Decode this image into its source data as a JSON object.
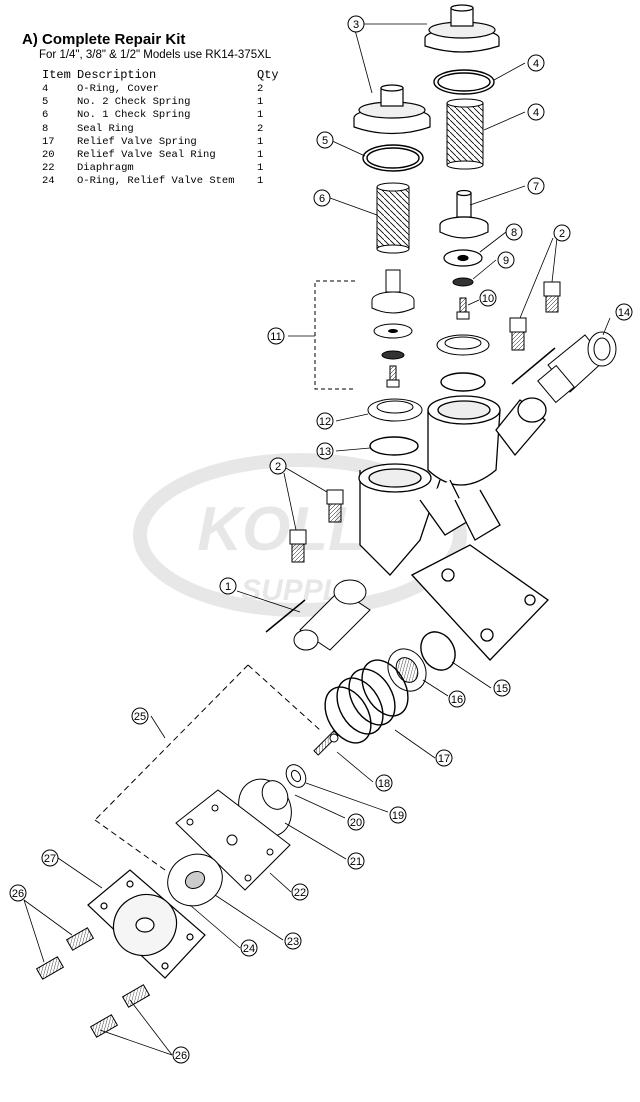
{
  "kit": {
    "title": "A) Complete Repair Kit",
    "subtitle": "For 1/4\", 3/8\" & 1/2\" Models use RK14-375XL",
    "columns": [
      "Item",
      "Description",
      "Qty"
    ],
    "rows": [
      [
        "4",
        "O-Ring, Cover",
        "2"
      ],
      [
        "5",
        "No. 2 Check Spring",
        "1"
      ],
      [
        "6",
        "No. 1 Check Spring",
        "1"
      ],
      [
        "8",
        "Seal Ring",
        "2"
      ],
      [
        "17",
        "Relief Valve Spring",
        "1"
      ],
      [
        "20",
        "Relief Valve Seal Ring",
        "1"
      ],
      [
        "22",
        "Diaphragm",
        "1"
      ],
      [
        "24",
        "O-Ring, Relief Valve Stem",
        "1"
      ]
    ]
  },
  "watermark": {
    "line1": "KOLLY",
    "line2": "SUPPLY"
  },
  "callouts": [
    "3",
    "4",
    "5",
    "4",
    "7",
    "6",
    "8",
    "9",
    "2",
    "10",
    "14",
    "11",
    "12",
    "13",
    "2",
    "1",
    "15",
    "16",
    "25",
    "17",
    "18",
    "19",
    "20",
    "21",
    "22",
    "27",
    "26",
    "23",
    "24",
    "26"
  ]
}
